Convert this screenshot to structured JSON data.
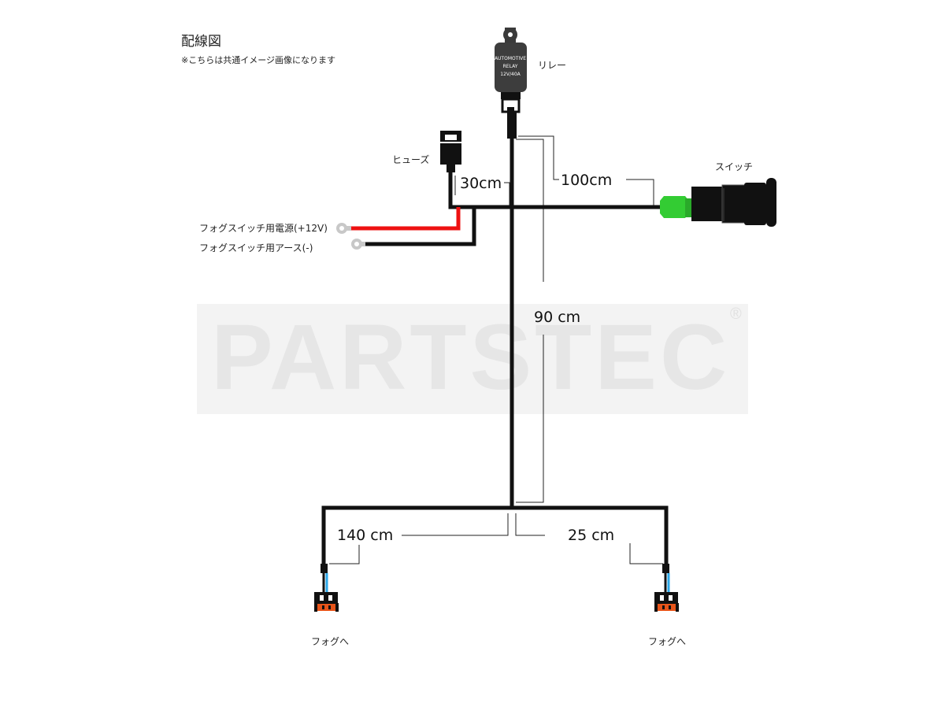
{
  "header": {
    "title": "配線図",
    "note": "※こちらは共通イメージ画像になります"
  },
  "components": {
    "relay": {
      "label": "リレー",
      "text_line1": "AUTOMOTIVE",
      "text_line2": "RELAY",
      "text_line3": "12V/40A"
    },
    "fuse": {
      "label": "ヒューズ"
    },
    "switch": {
      "label": "スイッチ"
    },
    "power": {
      "label": "フォグスイッチ用電源(+12V)"
    },
    "ground": {
      "label": "フォグスイッチ用アース(-)"
    },
    "fog_left": {
      "label": "フォグへ"
    },
    "fog_right": {
      "label": "フォグへ"
    }
  },
  "lengths": {
    "fuse_wire": "30cm",
    "switch_wire": "100cm",
    "main_trunk": "90 cm",
    "left_branch": "140 cm",
    "right_branch": "25 cm"
  },
  "watermark": {
    "text": "PARTSTEC",
    "mark": "®"
  },
  "colors": {
    "wire_black": "#111111",
    "wire_red": "#ee1111",
    "wire_blue": "#2aa7e8",
    "switch_green": "#33cc33",
    "connector_orange": "#e8551a"
  }
}
